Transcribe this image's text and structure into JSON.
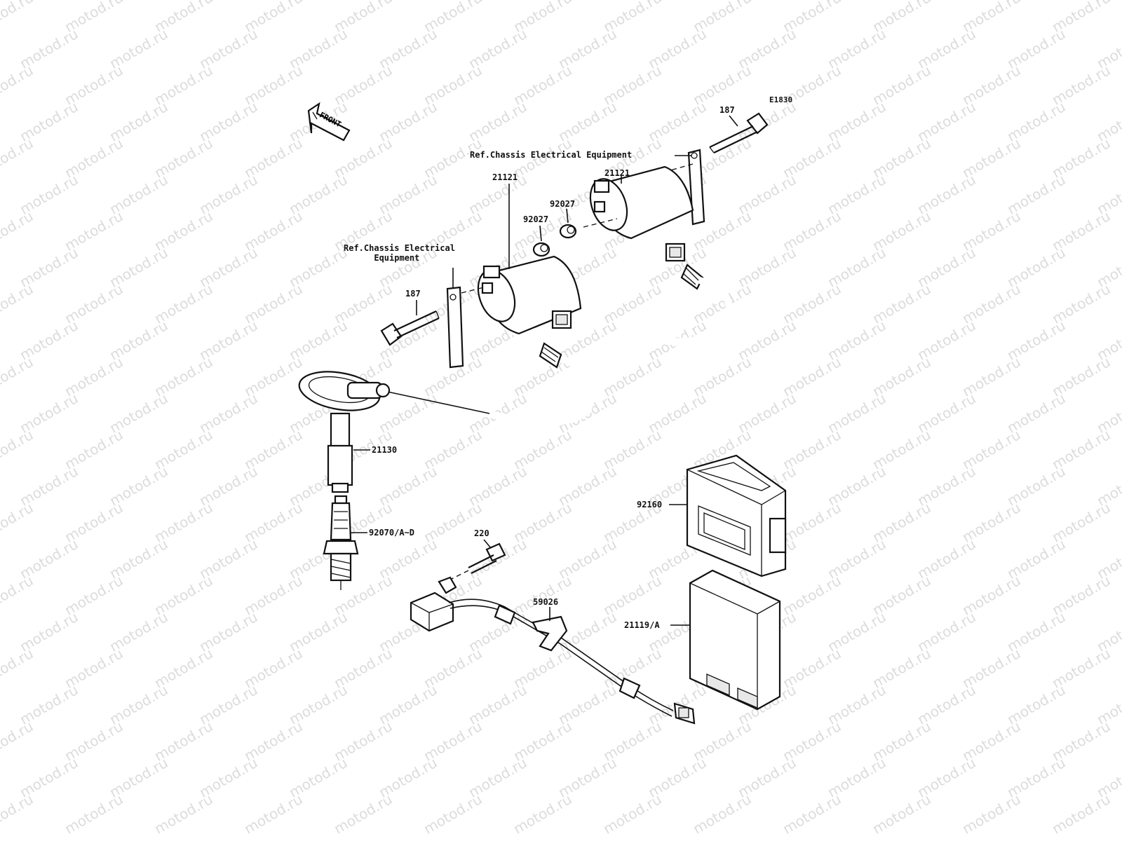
{
  "watermark": {
    "text": "motod.ru"
  },
  "diagram_code": "E1830",
  "front_label": "FRONT",
  "callouts": {
    "bolt_top": "187",
    "ref_top": "Ref.Chassis Electrical Equipment",
    "coil_right": "21121",
    "spacer_right": "92027",
    "spacer_left": "92027",
    "coil_left": "21121",
    "ref_left": "Ref.Chassis Electrical\n      Equipment",
    "bolt_left": "187",
    "plug_cap": "21130",
    "spark_plug": "92070/A~D",
    "ecu_case": "92160",
    "screw": "220",
    "pickup_clamp": "59026",
    "igniter": "21119/A"
  }
}
